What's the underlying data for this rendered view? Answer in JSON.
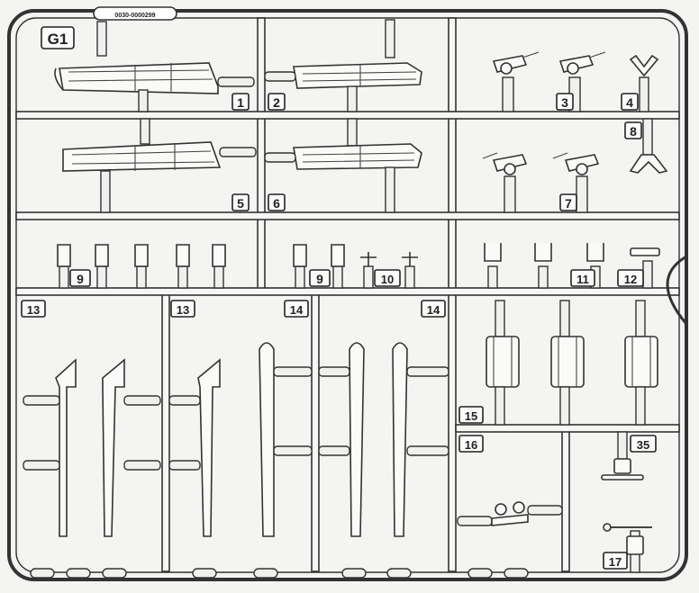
{
  "sprue": {
    "letter": "G1",
    "code": "0030-0000299"
  },
  "part_numbers": [
    "1",
    "2",
    "3",
    "4",
    "5",
    "6",
    "7",
    "8",
    "9",
    "9",
    "10",
    "11",
    "12",
    "13",
    "13",
    "14",
    "14",
    "15",
    "16",
    "35",
    "17"
  ],
  "colors": {
    "line": "#333333",
    "plastic": "#f6f6f4",
    "background": "#f4f4f2"
  }
}
